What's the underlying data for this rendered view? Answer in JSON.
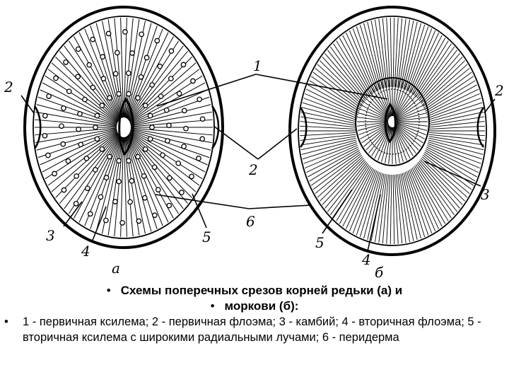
{
  "diagram": {
    "labels_left": {
      "n1": "1",
      "n2a": "2",
      "n3": "3",
      "n4": "4",
      "n5": "5",
      "letter": "а"
    },
    "labels_right": {
      "n2": "2",
      "n3": "3",
      "n4": "4",
      "n5": "5",
      "letter": "б"
    },
    "labels_shared": {
      "n1": "1",
      "n2": "2",
      "n6": "6"
    }
  },
  "caption": {
    "line1": "Схемы поперечных срезов корней редьки (а) и",
    "line2": "моркови (б):",
    "legend": "1 - первичная ксилема; 2 - первичная флоэма; 3 - камбий; 4 - вторичная флоэма; 5 - вторичная ксилема с широкими радиальными лучами; 6 - перидерма"
  }
}
